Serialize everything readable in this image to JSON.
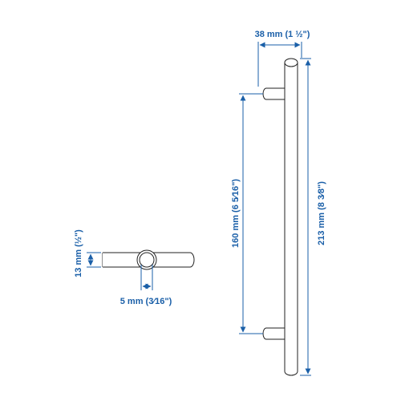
{
  "colors": {
    "dimension": "#1a5fa8",
    "outline": "#222222",
    "background": "#ffffff"
  },
  "dimensions": {
    "width": "38 mm (1 ½\")",
    "hole_distance": "160 mm (6 5⁄16\")",
    "length": "213 mm (8 3⁄8\")",
    "depth": "13 mm (½\")",
    "diameter": "5 mm (3⁄16\")"
  }
}
